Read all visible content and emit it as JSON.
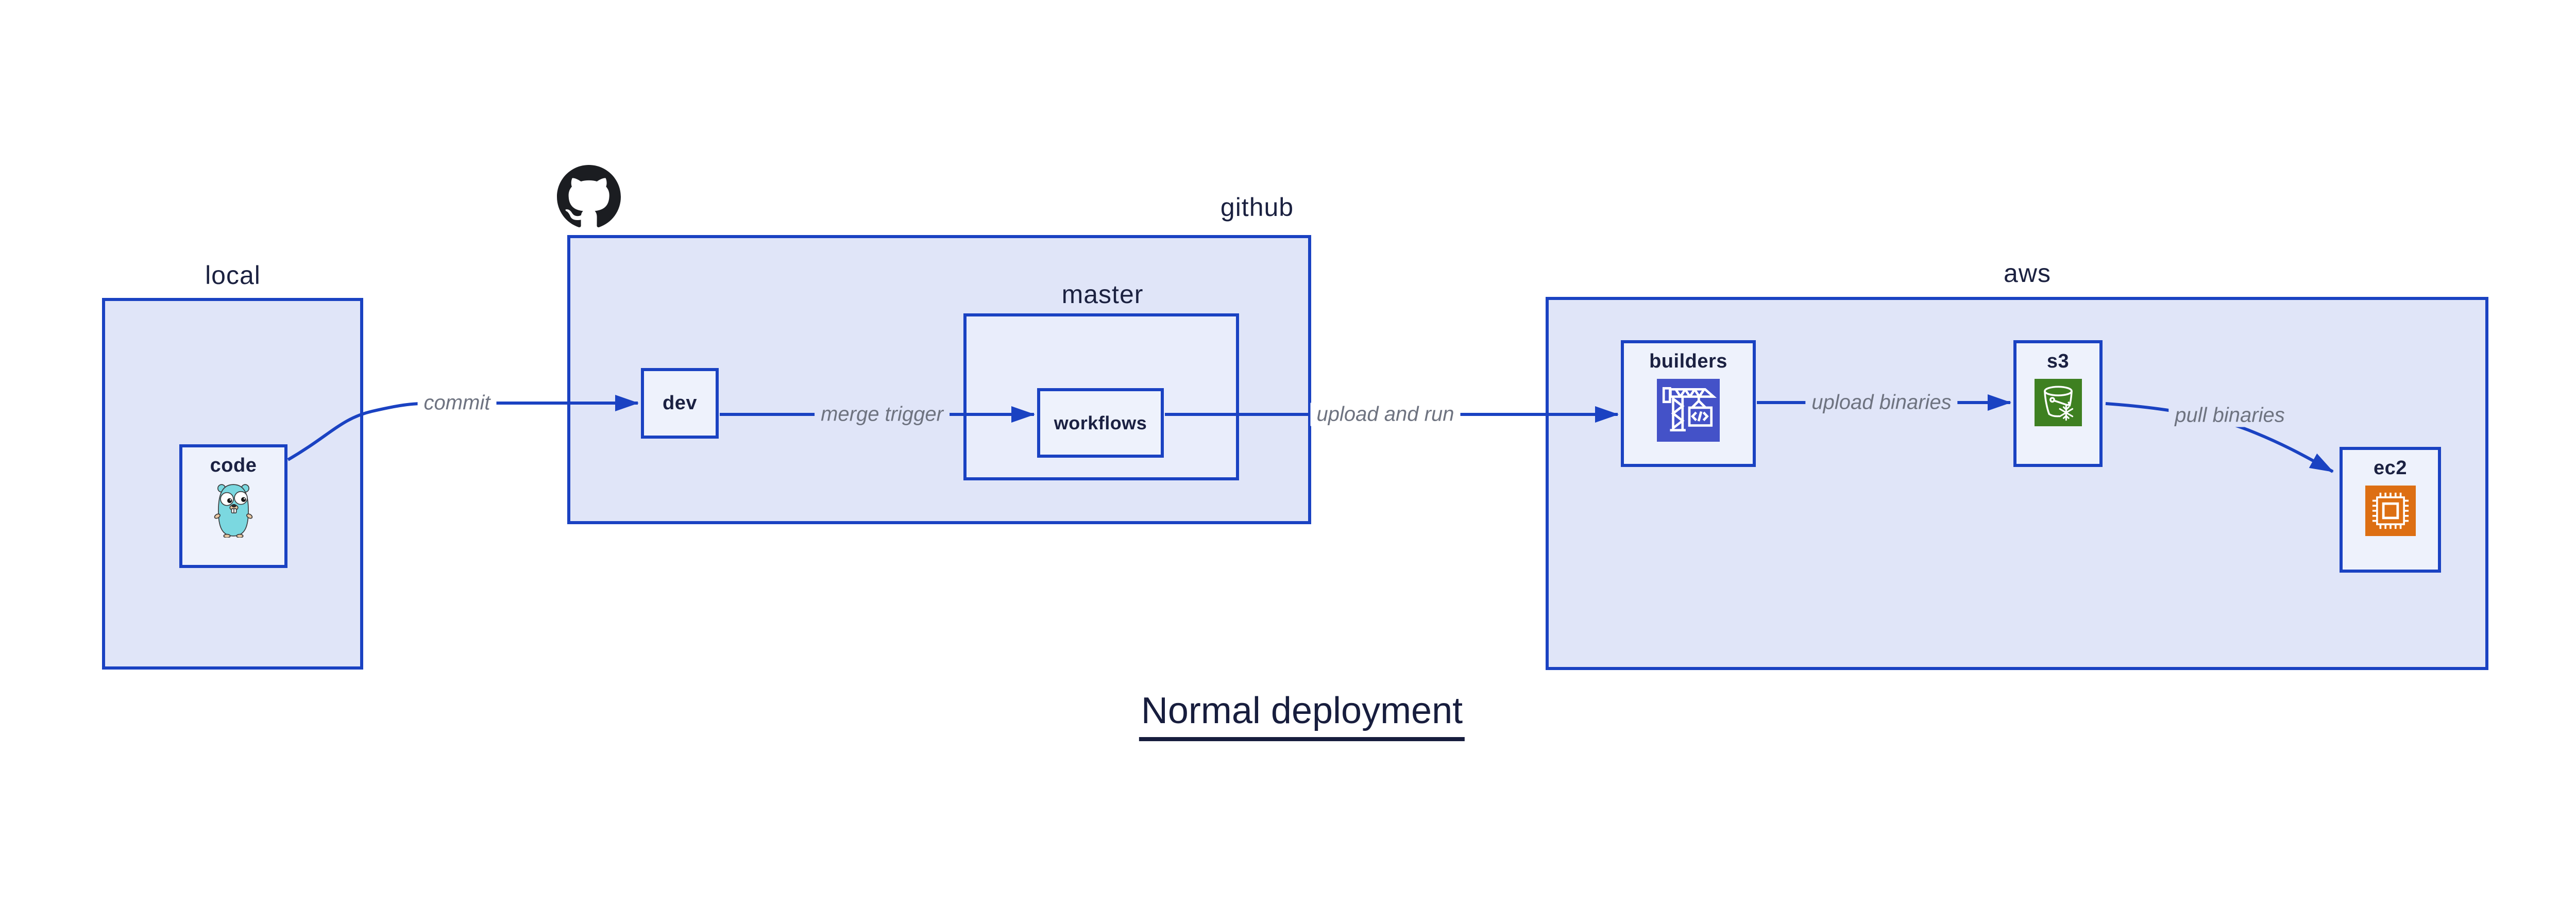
{
  "diagram": {
    "title": "Normal deployment",
    "groups": {
      "local": "local",
      "github": "github",
      "master": "master",
      "aws": "aws"
    },
    "nodes": {
      "code": "code",
      "dev": "dev",
      "workflows": "workflows",
      "builders": "builders",
      "s3": "s3",
      "ec2": "ec2"
    },
    "edges": {
      "commit": "commit",
      "merge_trigger": "merge trigger",
      "upload_and_run": "upload and run",
      "upload_binaries": "upload binaries",
      "pull_binaries": "pull binaries"
    },
    "icons": {
      "github_logo": "github-octocat-icon",
      "code": "go-gopher-icon",
      "builders": "aws-codebuild-crane-icon",
      "s3": "aws-s3-glacier-bucket-icon",
      "ec2": "aws-ec2-chip-icon"
    },
    "colors": {
      "border_blue": "#1a42c2",
      "group_fill": "#e0e5f8",
      "master_fill": "#e9edfb",
      "node_fill": "#eef2fc",
      "text_navy": "#1b2142",
      "edge_label_gray": "#6e7380",
      "builders_icon_bg": "#4452c8",
      "s3_icon_bg": "#3e8021",
      "ec2_icon_bg": "#dd6f13",
      "gopher_teal": "#7bd8e0"
    }
  }
}
